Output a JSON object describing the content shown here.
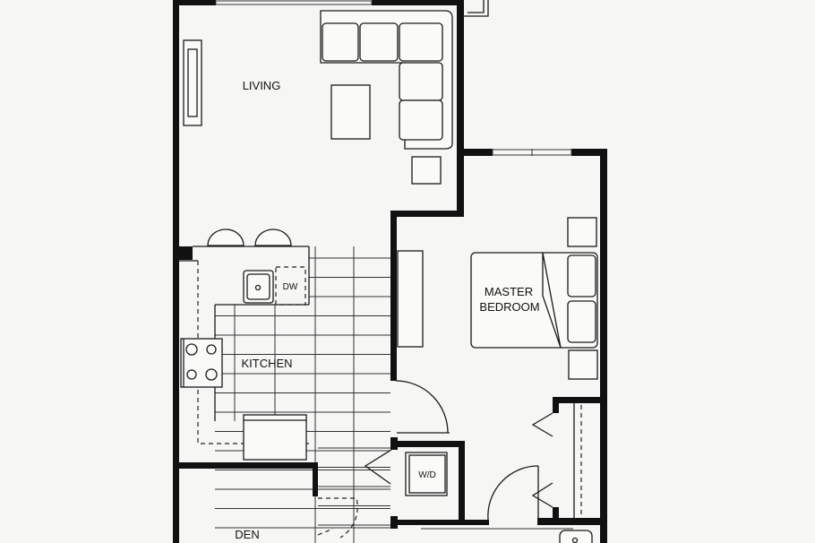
{
  "rooms": {
    "living": "LIVING",
    "kitchen": "KITCHEN",
    "master_bedroom_line1": "MASTER",
    "master_bedroom_line2": "BEDROOM",
    "den": "DEN"
  },
  "fixtures": {
    "dishwasher": "DW",
    "washer_dryer": "W/D"
  },
  "colors": {
    "wall": "#111111",
    "paper": "#f6f6f4"
  }
}
